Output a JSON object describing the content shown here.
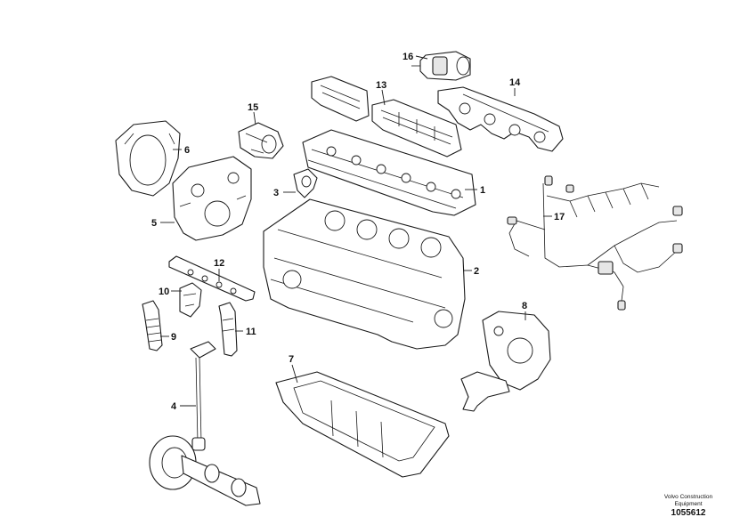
{
  "callouts": [
    {
      "id": "1",
      "label": "1"
    },
    {
      "id": "2",
      "label": "2"
    },
    {
      "id": "3",
      "label": "3"
    },
    {
      "id": "4",
      "label": "4"
    },
    {
      "id": "5",
      "label": "5"
    },
    {
      "id": "6",
      "label": "6"
    },
    {
      "id": "7",
      "label": "7"
    },
    {
      "id": "8",
      "label": "8"
    },
    {
      "id": "9",
      "label": "9"
    },
    {
      "id": "10",
      "label": "10"
    },
    {
      "id": "11",
      "label": "11"
    },
    {
      "id": "12",
      "label": "12"
    },
    {
      "id": "13",
      "label": "13"
    },
    {
      "id": "14",
      "label": "14"
    },
    {
      "id": "15",
      "label": "15"
    },
    {
      "id": "16",
      "label": "16"
    },
    {
      "id": "17",
      "label": "17"
    }
  ],
  "credit": {
    "line1": "Volvo Construction",
    "line2": "Equipment",
    "doc_number": "1055612"
  }
}
